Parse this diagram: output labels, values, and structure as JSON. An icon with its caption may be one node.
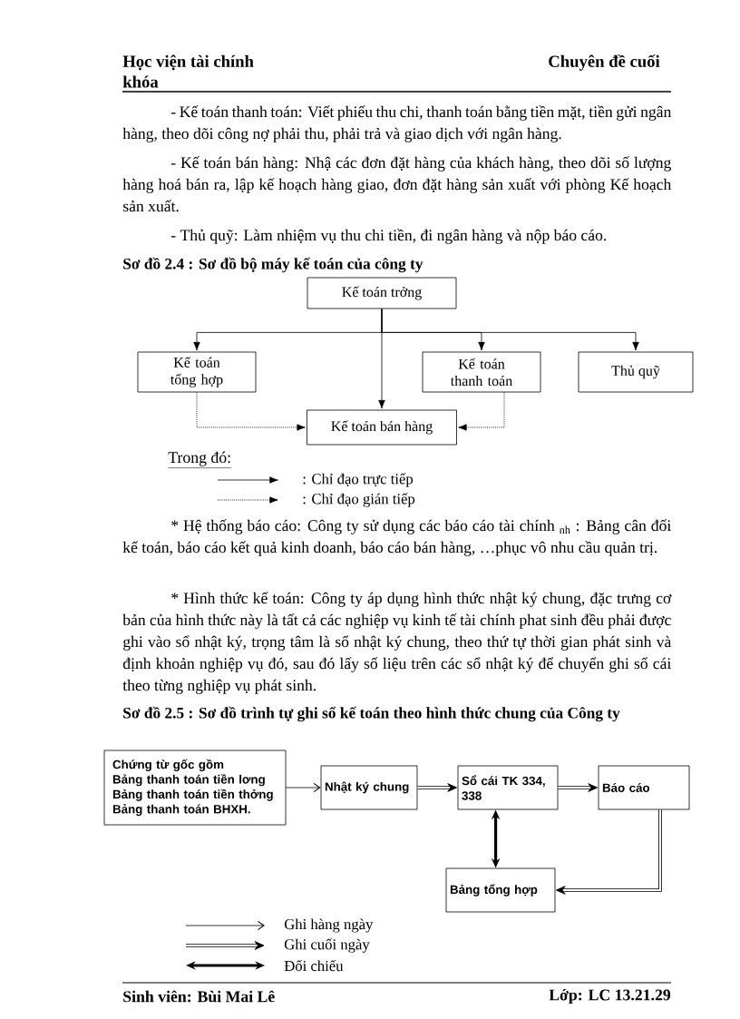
{
  "diagram": {
    "nodes": [
      {
        "text": [
          "Kế toán trởng"
        ]
      },
      {
        "text": [
          "Kế toán tổng hợp"
        ]
      },
      {
        "text": [
          "Kế toán thanh toán"
        ]
      },
      {
        "text": [
          "Thủ quỹ"
        ]
      },
      {
        "text": [
          "Kế toán bán hàng"
        ]
      },
      {
        "text": [
          "Chứng từ gốc gồm",
          "Bảng thanh toán tiền lơng",
          "Bảng thanh toán tiền thởng",
          "Bảng thanh toán BHXH."
        ]
      },
      {
        "text": [
          "Nhật ký chung"
        ]
      },
      {
        "text": [
          "Sổ cái TK 334, 338"
        ]
      },
      {
        "text": [
          "Báo cáo"
        ]
      },
      {
        "text": [
          "Bảng tổng hợp"
        ]
      }
    ],
    "edges": [
      {
        "from": 0,
        "to": 1,
        "arrow": "to"
      },
      {
        "from": 0,
        "to": 2,
        "arrow": "to"
      },
      {
        "from": 0,
        "to": 3,
        "arrow": "to"
      },
      {
        "from": 0,
        "to": 4,
        "arrow": "to"
      },
      {
        "from": 1,
        "to": 4,
        "arrow": "to",
        "style": "dashed"
      },
      {
        "from": 2,
        "to": 4,
        "arrow": "to",
        "style": "dashed"
      },
      {
        "from": 5,
        "to": 6,
        "arrow": "to"
      },
      {
        "from": 6,
        "to": 7,
        "arrow": "to",
        "style": "thick"
      },
      {
        "from": 7,
        "to": 8,
        "arrow": "to",
        "style": "thick"
      },
      {
        "from": 8,
        "to": 9,
        "arrow": "to",
        "style": "thick"
      },
      {
        "from": 7,
        "to": 9,
        "arrow": "both",
        "style": "thick"
      }
    ],
    "labels": [
      "Học viện tài chính",
      "Chuyên đề cuối",
      "khóa",
      "- Kế toán thanh toán: Viết phiếu thu chi, thanh toán bằng tiền mặt, tiền gửi ngân hàng, theo dõi công nợ phải thu, phải trả và giao dịch với ngân hàng.",
      "- Kế toán bán hàng: Nhậ các đơn đặt hàng của khách hàng, theo dõi số lượng hàng hoá bán ra, lập kế hoạch hàng giao, đơn đặt hàng sản xuất với phòng Kế hoạch sản xuất.",
      "- Thủ quỹ: Làm nhiệm vụ thu chi tiền, đi ngân hàng và nộp báo cáo.",
      "Sơ đồ 2.4 : Sơ đồ bộ máy kế toán của công ty",
      "Trong đó:",
      "* Hệ thống báo cáo: Công ty sử dụng các báo cáo tài chính $_{nh}$ : Bảng cân đối kế toán, báo cáo kết quả kinh doanh, báo cáo bán hàng, …phục vô nhu cầu quản trị.",
      "* Hình thức kế toán: Công ty áp dụng hình thức nhật ký chung, đặc trưng cơ bản của hình thức này là tất cả các nghiệp vụ kinh tế tài chính phat sinh đều phải được ghi vào sổ nhật ký, trọng tâm là sổ nhật ký chung, theo thứ tự thời gian phát sinh và định khoản nghiệp vụ đó, sau đó lấy số liệu trên các sổ nhật ký để chuyển ghi sổ cái theo từng nghiệp vụ phát sinh.",
      "Sơ đồ 2.5 : Sơ đồ trình tự ghi sổ kế toán theo hình thức chung của Công ty",
      "Sinh viên: Bùi Mai Lê",
      "Lớp: LC 13.21.29"
    ],
    "legend": [
      {
        "text": ": Chỉ đạo trực tiếp"
      },
      {
        "text": ": Chỉ đạo gián tiếp"
      },
      {
        "text": "Ghi hàng ngày"
      },
      {
        "text": "Ghi cuối ngày"
      },
      {
        "text": "Đối chiếu"
      }
    ]
  }
}
